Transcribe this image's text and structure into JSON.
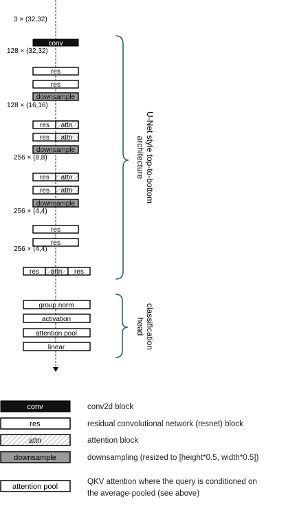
{
  "shapes": {
    "input": "3 × (32,32)",
    "after_conv": "128 × (32,32)",
    "after_down1": "128 × (16,16)",
    "after_down2": "256 × (8,8)",
    "after_down3": "256 × (4,4)",
    "after_res": "256 × (4,4)"
  },
  "blocks": {
    "conv": "conv",
    "res": "res",
    "attn": "attn",
    "downsample": "downsample",
    "group_norm": "group norm",
    "activation": "activation",
    "attention_pool": "attention pool",
    "linear": "linear"
  },
  "braces": {
    "unet_line1": "U-Net style top-to-bottom",
    "unet_line2": "architecture",
    "cls_line1": "classification",
    "cls_line2": "head"
  },
  "legend": {
    "conv": {
      "label": "conv",
      "desc": "conv2d block"
    },
    "res": {
      "label": "res",
      "desc": "residual convolutional network (resnet) block"
    },
    "attn": {
      "label": "attn",
      "desc": "attention block"
    },
    "downsample": {
      "label": "downsample",
      "desc": "downsampling (resized to [height*0.5, width*0.5])"
    },
    "attention_pool": {
      "label": "attention pool",
      "desc_line1": "QKV attention where the query is conditioned on",
      "desc_line2": "the average-pooled (see above)"
    }
  },
  "colors": {
    "conv_fill": "#111111",
    "downsample_fill": "#9a9a9a",
    "brace": "#2c5f7c",
    "attn_hatch": "#bdbdbd"
  }
}
